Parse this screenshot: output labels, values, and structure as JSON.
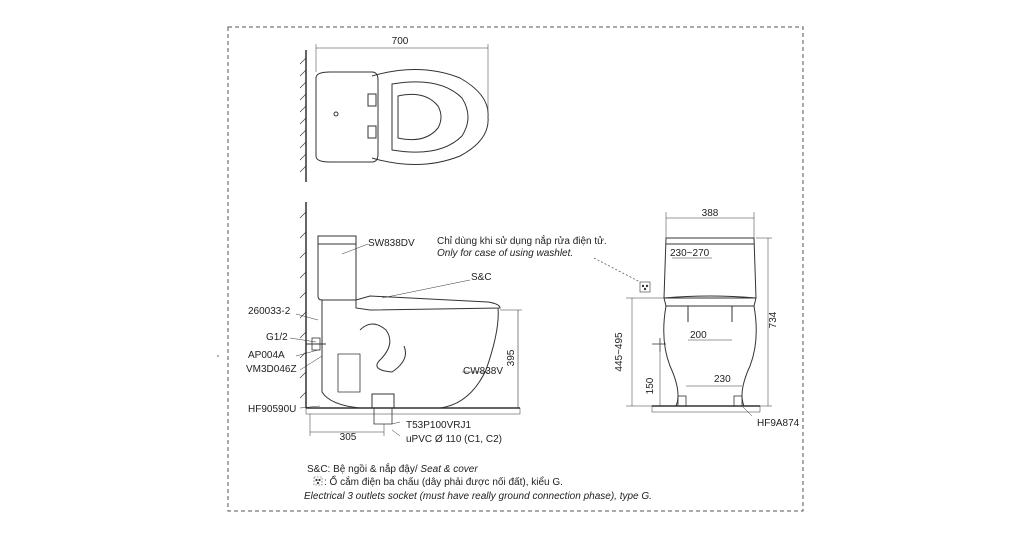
{
  "top_view": {
    "width_dim": "700"
  },
  "side_view": {
    "tank_label": "SW838DV",
    "washlet_note_vi": "Chỉ dùng khi sử dụng nắp rửa điện tử.",
    "washlet_note_en": "Only for case of using washlet.",
    "seat_label": "S&C",
    "part_260033": "260033-2",
    "part_g12": "G1/2",
    "part_ap004a": "AP004A",
    "part_vm3d046z": "VM3D046Z",
    "part_hf90590u": "HF90590U",
    "bowl_label": "CW838V",
    "height_dim": "395",
    "rough_in_dim": "305",
    "part_t53p": "T53P100VRJ1",
    "pipe_label": "uPVC Ø 110 (C1, C2)"
  },
  "front_view": {
    "width_dim": "388",
    "range_230_270": "230~270",
    "dim_200": "200",
    "dim_445_495": "445~495",
    "dim_734": "734",
    "dim_150": "150",
    "dim_230": "230",
    "part_hf9a874": "HF9A874"
  },
  "legend": {
    "sc_vi": "S&C: Bệ ngồi & nắp đậy/",
    "sc_en": "Seat & cover",
    "outlet_vi": ": Ổ cắm điện ba chấu (dây phải được nối đất), kiểu G.",
    "outlet_en": "Electrical 3 outlets socket (must have really ground connection phase), type G."
  },
  "colors": {
    "line": "#333333",
    "frame": "#555555",
    "text": "#222222"
  }
}
